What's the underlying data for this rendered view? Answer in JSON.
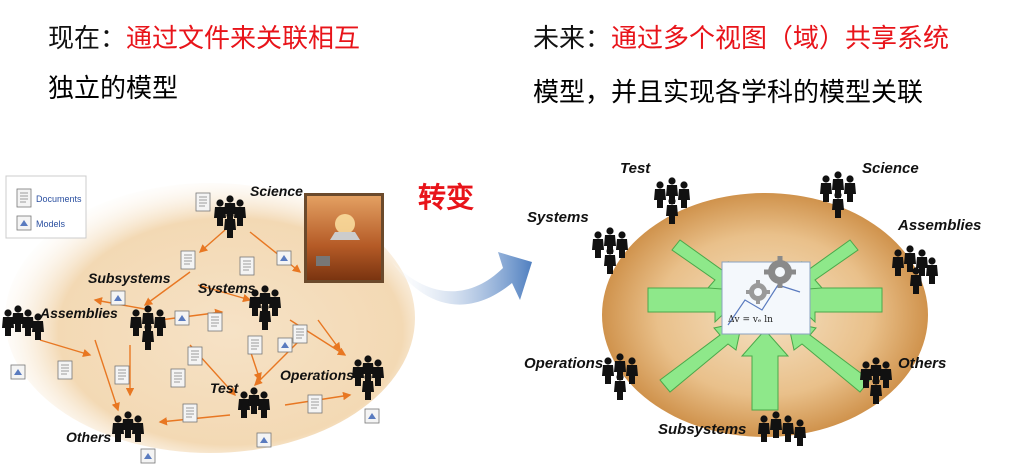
{
  "captions": {
    "now_prefix": "现在：",
    "now_line1": "通过文件来关联相互",
    "now_line2": "独立的模型",
    "future_prefix": "未来：",
    "future_line1": "通过多个视图（域）共享系统",
    "future_line2": "模型，并且实现各学科的模型关联"
  },
  "transform_label": "转变",
  "legend": {
    "documents": "Documents",
    "models": "Models"
  },
  "left_diagram": {
    "labels": {
      "science": "Science",
      "subsystems": "Subsystems",
      "systems": "Systems",
      "assemblies": "Assemblies",
      "operations": "Operations",
      "test": "Test",
      "others": "Others"
    }
  },
  "right_diagram": {
    "labels": {
      "test": "Test",
      "science": "Science",
      "systems": "Systems",
      "assemblies": "Assemblies",
      "operations": "Operations",
      "others": "Others",
      "subsystems": "Subsystems"
    },
    "equation_text": "Δv = vₑ ln"
  },
  "colors": {
    "caption_red": "#e8141a",
    "caption_black": "#111111",
    "link_arrow": "#e87722",
    "green_arrow": "#8ee88a",
    "ellipse_left": "#f3d9b4",
    "ellipse_right": "#e0aa66",
    "big_arrow": "#4f7fc0"
  },
  "icons": [
    "person-group-icon",
    "document-icon",
    "model-icon",
    "gear-icon",
    "mars-image-icon"
  ]
}
